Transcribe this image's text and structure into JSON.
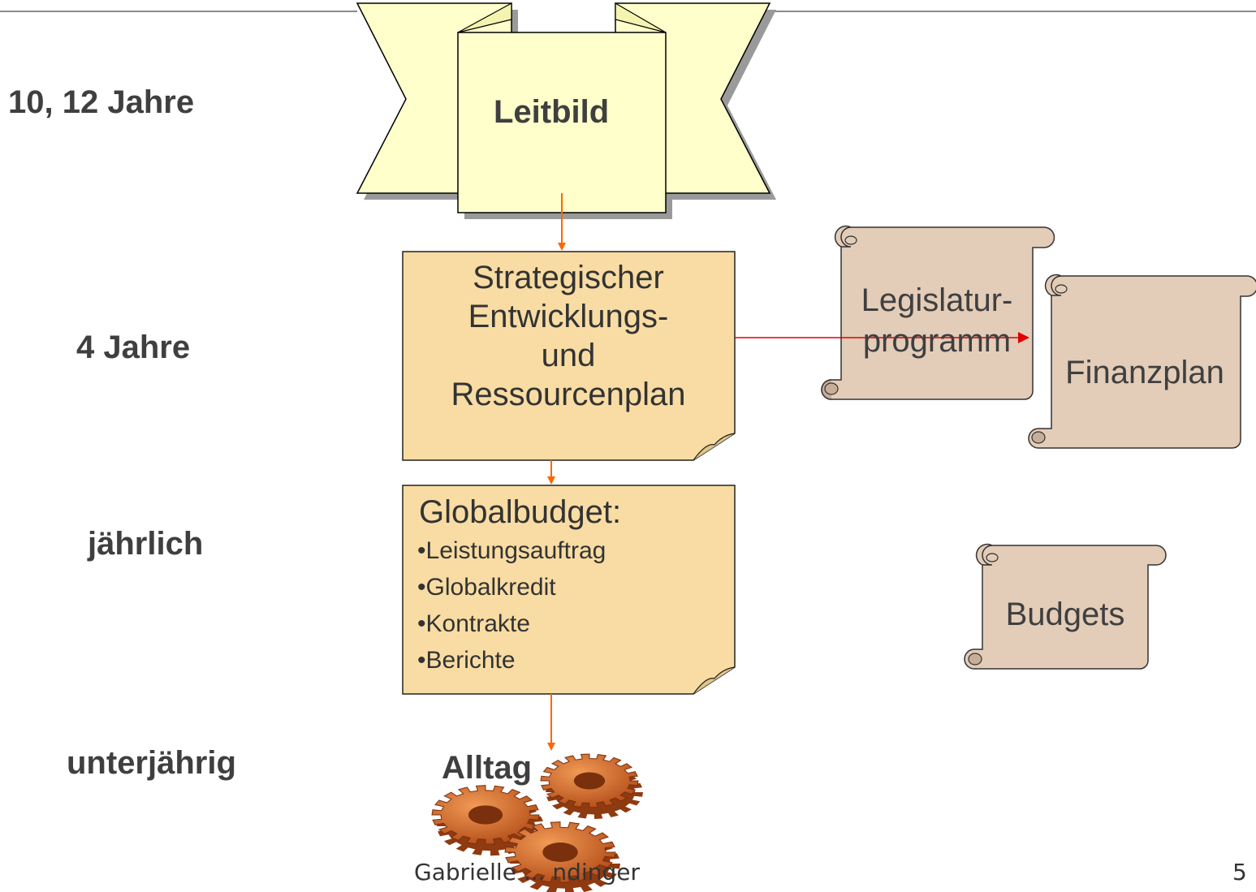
{
  "slide": {
    "page_number": "5",
    "footer": "Gabrielle ... ndinger"
  },
  "timeframes": {
    "years_10_12": "10, 12 Jahre",
    "years_4": "4 Jahre",
    "yearly": "jährlich",
    "within_year": "unterjährig"
  },
  "leitbild": {
    "label": "Leitbild"
  },
  "strategic_plan": {
    "lines": [
      "Strategischer",
      "Entwicklungs-",
      "und",
      "Ressourcenplan"
    ]
  },
  "global_budget": {
    "title": "Globalbudget:",
    "items": [
      "•Leistungsauftrag",
      "•Globalkredit",
      "•Kontrakte",
      "•Berichte"
    ]
  },
  "scrolls": {
    "legislatur": [
      "Legislatur-",
      "programm"
    ],
    "finanzplan": "Finanzplan",
    "budgets": "Budgets"
  },
  "alltag": {
    "label": "Alltag"
  },
  "colors": {
    "banner_fill": "#ffffcc",
    "note_fill": "#f8dca3",
    "scroll_fill": "#e3ccb8",
    "arrow_orange": "#ff6600",
    "arrow_red": "#e00000",
    "gear_orange": "#d9652a"
  }
}
